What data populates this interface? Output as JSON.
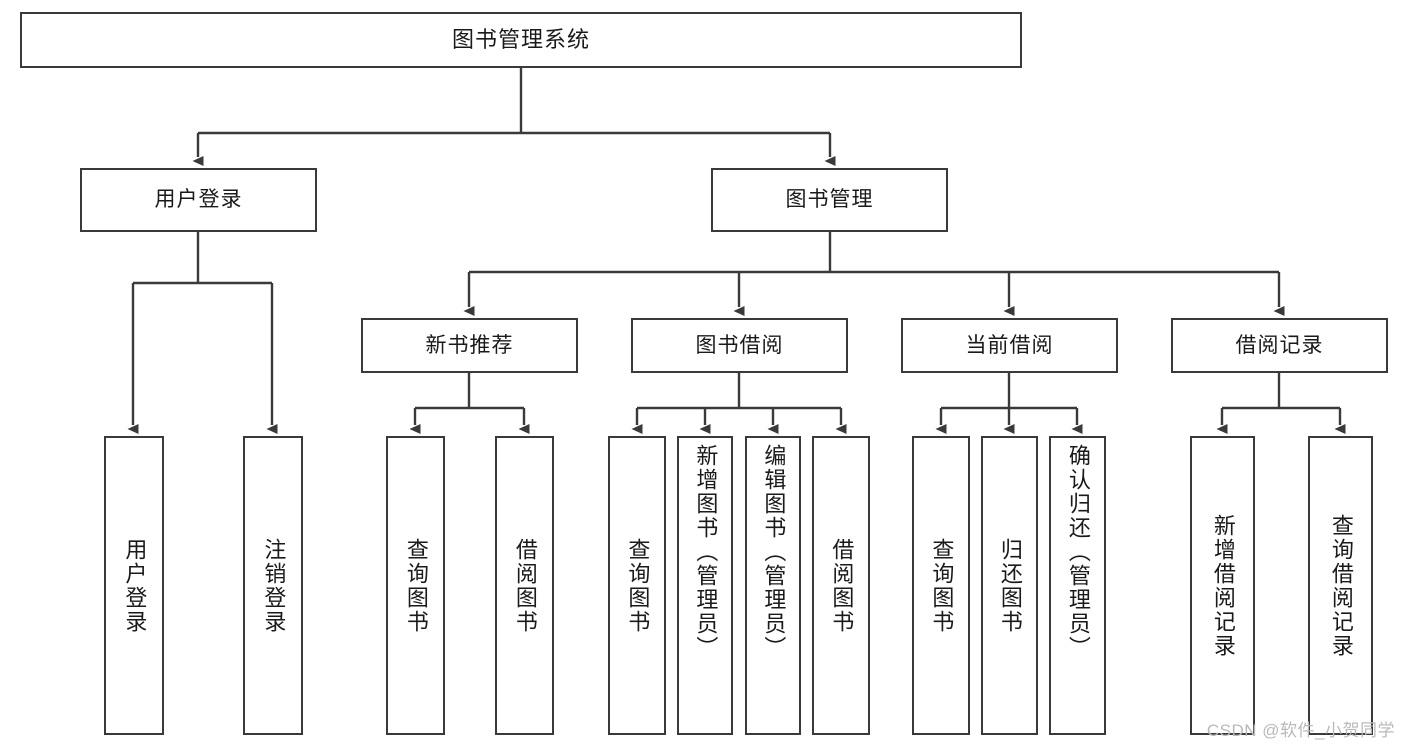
{
  "diagram": {
    "title": "图书管理系统",
    "type": "tree-hierarchy",
    "stroke_color": "#3a3a3a",
    "fill_color": "#ffffff",
    "text_color": "#1a1a1a"
  },
  "root": {
    "label": "图书管理系统"
  },
  "level1": [
    {
      "label": "用户登录"
    },
    {
      "label": "图书管理"
    }
  ],
  "level2": [
    {
      "label": "新书推荐"
    },
    {
      "label": "图书借阅"
    },
    {
      "label": "当前借阅"
    },
    {
      "label": "借阅记录"
    }
  ],
  "leaves": {
    "user_login": [
      {
        "label": "用户登录"
      },
      {
        "label": "注销登录"
      }
    ],
    "new_book": [
      {
        "label": "查询图书"
      },
      {
        "label": "借阅图书"
      }
    ],
    "book_borrow": [
      {
        "label": "查询图书"
      },
      {
        "label": "新增图书（管理员）"
      },
      {
        "label": "编辑图书（管理员）"
      },
      {
        "label": "借阅图书"
      }
    ],
    "current_borrow": [
      {
        "label": "查询图书"
      },
      {
        "label": "归还图书"
      },
      {
        "label": "确认归还（管理员）"
      }
    ],
    "borrow_record": [
      {
        "label": "新增借阅记录"
      },
      {
        "label": "查询借阅记录"
      }
    ]
  },
  "watermark": {
    "text": "CSDN @软件_小贺同学"
  }
}
